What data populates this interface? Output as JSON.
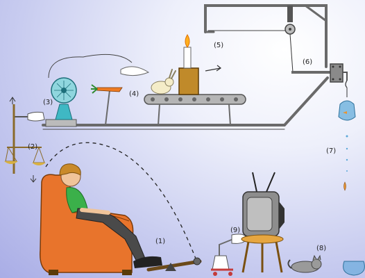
{
  "steps": [
    "(1)",
    "(2)",
    "(3)",
    "(4)",
    "(5)",
    "(6)",
    "(7)",
    "(8)",
    "(9)"
  ],
  "colors": {
    "pipe": "#7a7a7a",
    "armchair": "#e8742c",
    "shirt": "#3bb04a",
    "hair": "#c98a2a",
    "fan": "#3fb8c4",
    "candle_box": "#c08a2a",
    "tv": "#8d8d8d",
    "cat": "#9a9a9a",
    "fish": "#e89430",
    "water": "#5aa7d8",
    "stool": "#e6a640",
    "carrot": "#ee7b22"
  }
}
